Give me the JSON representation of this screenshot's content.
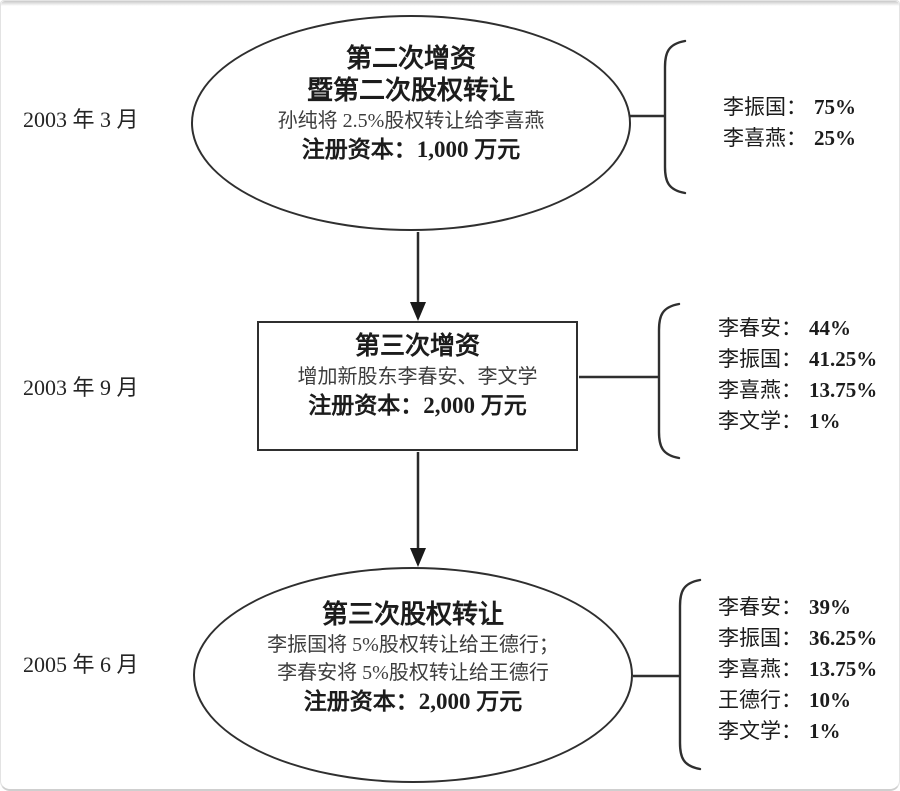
{
  "diagram": {
    "stages": [
      {
        "date": "2003 年 3 月",
        "node": {
          "shape": "ellipse",
          "titles": [
            "第二次增资",
            "暨第二次股权转让"
          ],
          "details": [
            "孙纯将 2.5%股权转让给李喜燕"
          ],
          "capital": "注册资本：1,000 万元"
        },
        "shareholders": [
          {
            "name": "李振国：",
            "value": "75%"
          },
          {
            "name": "李喜燕：",
            "value": "25%"
          }
        ]
      },
      {
        "date": "2003 年 9 月",
        "node": {
          "shape": "rectangle",
          "titles": [
            "第三次增资"
          ],
          "details": [
            "增加新股东李春安、李文学"
          ],
          "capital": "注册资本：2,000 万元"
        },
        "shareholders": [
          {
            "name": "李春安：",
            "value": "44%"
          },
          {
            "name": "李振国：",
            "value": "41.25%"
          },
          {
            "name": "李喜燕：",
            "value": "13.75%"
          },
          {
            "name": "李文学：",
            "value": "1%"
          }
        ]
      },
      {
        "date": "2005 年 6 月",
        "node": {
          "shape": "ellipse",
          "titles": [
            "第三次股权转让"
          ],
          "details": [
            "李振国将 5%股权转让给王德行；",
            "李春安将 5%股权转让给王德行"
          ],
          "capital": "注册资本：2,000 万元"
        },
        "shareholders": [
          {
            "name": "李春安：",
            "value": "39%"
          },
          {
            "name": "李振国：",
            "value": "36.25%"
          },
          {
            "name": "李喜燕：",
            "value": "13.75%"
          },
          {
            "name": "王德行：",
            "value": "10%"
          },
          {
            "name": "李文学：",
            "value": "1%"
          }
        ]
      }
    ],
    "colors": {
      "text": "#1c1c1c",
      "detail_text": "#3d3d3d",
      "line": "#2f2f2f",
      "frame_edge": "#cfcfcf"
    }
  }
}
